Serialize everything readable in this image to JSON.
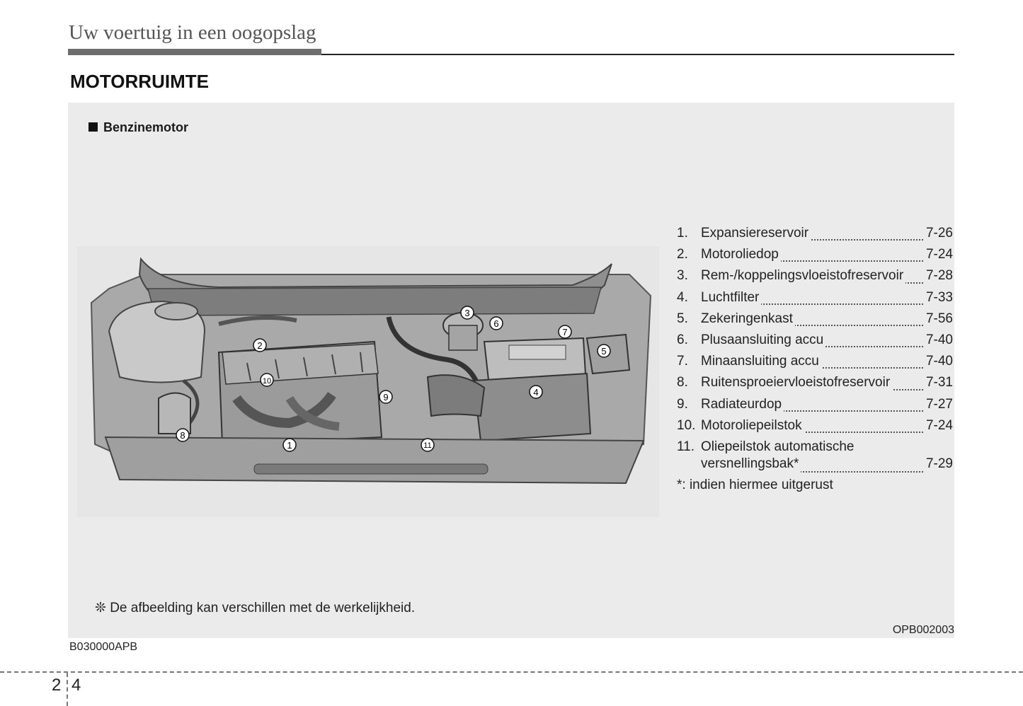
{
  "header": {
    "chapter_title": "Uw voertuig in een oogopslag"
  },
  "section": {
    "title": "MOTORRUIMTE"
  },
  "subheading": "Benzinemotor",
  "figure": {
    "callouts": [
      "1",
      "2",
      "3",
      "4",
      "5",
      "6",
      "7",
      "8",
      "9",
      "10",
      "11"
    ],
    "code": "OPB002003"
  },
  "legend": [
    {
      "num": "1.",
      "label": "Expansiereservoir",
      "page": "7-26"
    },
    {
      "num": "2.",
      "label": "Motoroliedop",
      "page": "7-24"
    },
    {
      "num": "3.",
      "label": "Rem-/koppelingsvloeistofreservoir",
      "page": "7-28"
    },
    {
      "num": "4.",
      "label": "Luchtfilter",
      "page": "7-33"
    },
    {
      "num": "5.",
      "label": "Zekeringenkast",
      "page": "7-56"
    },
    {
      "num": "6.",
      "label": "Plusaansluiting accu",
      "page": "7-40"
    },
    {
      "num": "7.",
      "label": "Minaansluiting accu",
      "page": "7-40"
    },
    {
      "num": "8.",
      "label": "Ruitensproeiervloeistofreservoir",
      "page": "7-31"
    },
    {
      "num": "9.",
      "label": "Radiateurdop",
      "page": "7-27"
    },
    {
      "num": "10.",
      "label": "Motoroliepeilstok",
      "page": "7-24"
    }
  ],
  "legend_item_11": {
    "num": "11.",
    "line1": "Oliepeilstok automatische",
    "line2": "versnellingsbak*",
    "page": "7-29"
  },
  "legend_note": "*: indien hiermee uitgerust",
  "disclaimer": "❊ De afbeelding kan verschillen met de werkelijkheid.",
  "doc_code": "B030000APB",
  "footer": {
    "chapter": "2",
    "page": "4"
  }
}
